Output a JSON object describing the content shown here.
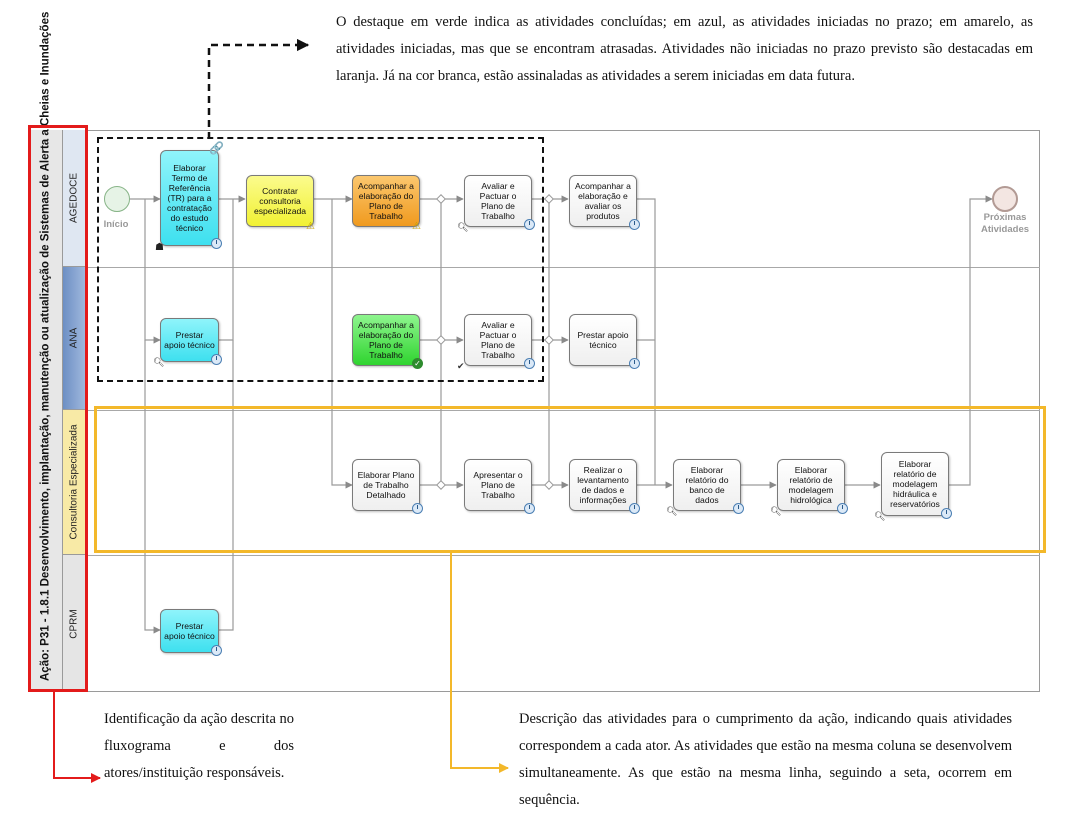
{
  "notes": {
    "top": "O destaque em verde indica as atividades concluídas; em azul, as atividades iniciadas no prazo; em amarelo, as atividades iniciadas, mas que se encontram atrasadas. Atividades não iniciadas no prazo previsto são destacadas em laranja. Já na cor branca, estão assinaladas as atividades a serem iniciadas em data futura.",
    "left": "Identificação da ação descrita no fluxograma e dos atores/instituição responsáveis.",
    "right": "Descrição das atividades para o cumprimento da ação, indicando quais atividades correspondem a cada ator. As atividades que estão na mesma coluna se desenvolvem simultaneamente. As que estão na mesma linha, seguindo a seta, ocorrem em sequência."
  },
  "pool": {
    "title": "Ação: P31 - 1.8.1 Desenvolvimento, implantação, manutenção ou atualização de Sistemas de Alerta a Cheias e Inundações"
  },
  "lanes": [
    {
      "name": "AGEDOCE",
      "color": "#dfe7f2"
    },
    {
      "name": "ANA",
      "color": "#7e9fd0"
    },
    {
      "name": "Consultoria Especializada",
      "color": "#f8eaa6"
    },
    {
      "name": "CPRM",
      "color": "#e5e5e5"
    }
  ],
  "events": {
    "start": "Início",
    "end": "Próximas Atividades"
  },
  "tasks": {
    "t1": "Elaborar Termo de Referência (TR) para a contratação do estudo técnico",
    "t2": "Contratar consultoria especializada",
    "t3": "Acompanhar a elaboração do Plano de Trabalho",
    "t4": "Avaliar e Pactuar o Plano de Trabalho",
    "t5": "Acompanhar a elaboração e avaliar os produtos",
    "t6": "Prestar apoio técnico",
    "t7": "Acompanhar a elaboração do Plano de Trabalho",
    "t8": "Avaliar e Pactuar o Plano de Trabalho",
    "t9": "Prestar apoio técnico",
    "t10": "Elaborar Plano de Trabalho Detalhado",
    "t11": "Apresentar o Plano de Trabalho",
    "t12": "Realizar o levantamento de dados e informações",
    "t13": "Elaborar relatório do banco de dados",
    "t14": "Elaborar relatório de modelagem hidrológica",
    "t15": "Elaborar relatório de modelagem hidráulica e reservatórios",
    "t16": "Prestar apoio técnico"
  },
  "status_colors": {
    "concluded": "#2fd42f",
    "on_time": "#3ee0ef",
    "delayed": "#f1f133",
    "not_started_late": "#f09a1e",
    "future": "#ffffff"
  },
  "highlight_colors": {
    "red": "#e31b1b",
    "gold": "#f3b82a"
  }
}
